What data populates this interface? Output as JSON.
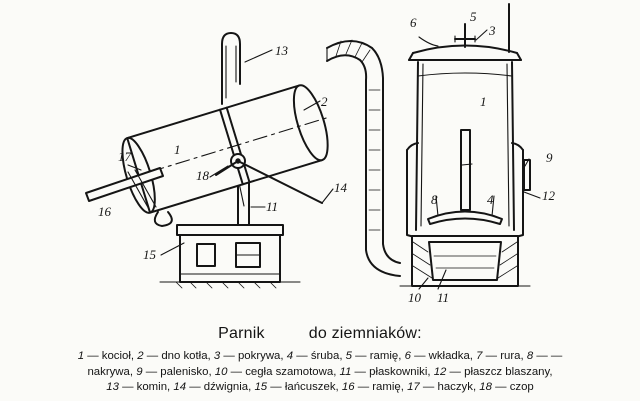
{
  "caption": {
    "title_part1": "Parnik",
    "title_part2": "do ziemniaków:"
  },
  "legend_lines": [
    [
      {
        "n": "1",
        "label": "kocioł"
      },
      {
        "n": "2",
        "label": "dno kotła"
      },
      {
        "n": "3",
        "label": "pokrywa"
      },
      {
        "n": "4",
        "label": "śruba"
      },
      {
        "n": "5",
        "label": "ramię"
      },
      {
        "n": "6",
        "label": "wkładka"
      },
      {
        "n": "7",
        "label": "rura"
      },
      {
        "n": "8",
        "label": ""
      }
    ],
    [
      {
        "n": "",
        "label": "nakrywa"
      },
      {
        "n": "9",
        "label": "palenisko"
      },
      {
        "n": "10",
        "label": "cegła szamotowa"
      },
      {
        "n": "11",
        "label": "płaskowniki"
      },
      {
        "n": "12",
        "label": "płaszcz blaszany"
      }
    ],
    [
      {
        "n": "13",
        "label": "komin"
      },
      {
        "n": "14",
        "label": "dźwignia"
      },
      {
        "n": "15",
        "label": "łańcuszek"
      },
      {
        "n": "16",
        "label": "ramię"
      },
      {
        "n": "17",
        "label": "haczyk"
      },
      {
        "n": "18",
        "label": "czop"
      }
    ]
  ],
  "callouts": {
    "left": [
      "1",
      "2",
      "11",
      "13",
      "14",
      "15",
      "16",
      "17",
      "18"
    ],
    "right": [
      "1",
      "3",
      "4",
      "5",
      "6",
      "8",
      "9",
      "10",
      "11",
      "12"
    ]
  }
}
